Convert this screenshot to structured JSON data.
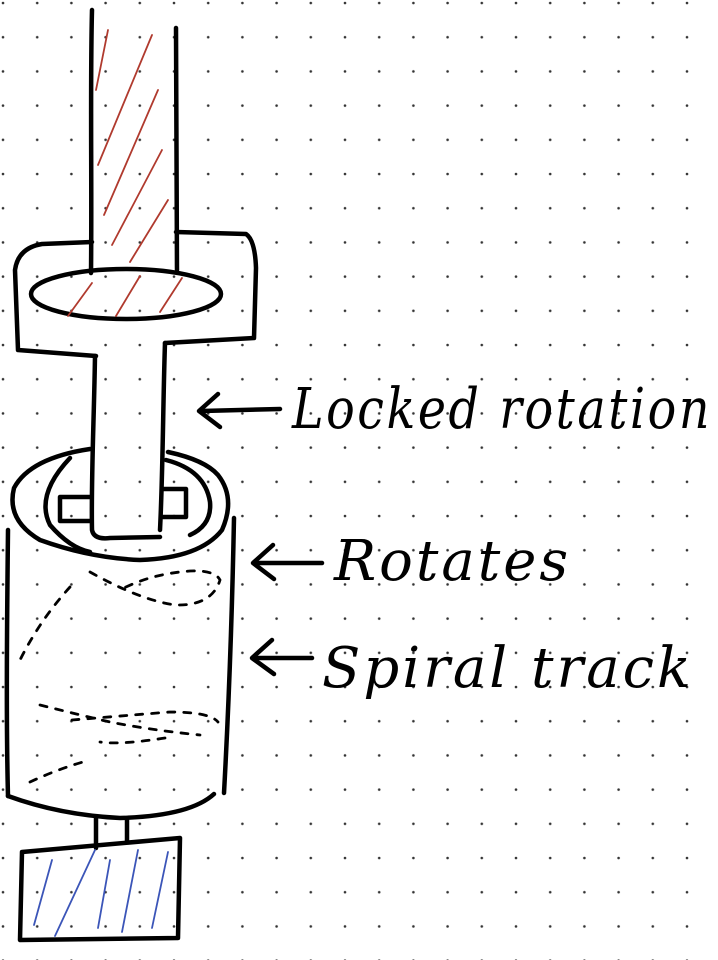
{
  "background": {
    "grid_style": "dotted",
    "paper_color": "#ffffff",
    "dot_color": "#333333"
  },
  "colors": {
    "ink": "#000000",
    "shaft_hatch": "#b03a2e",
    "base_hatch": "#3b55b8"
  },
  "annotations": [
    {
      "id": "locked-rotation",
      "text": "Locked rotation",
      "arrow_direction": "left"
    },
    {
      "id": "rotates",
      "text": "Rotates",
      "arrow_direction": "left"
    },
    {
      "id": "spiral-track",
      "text": "Spiral track",
      "arrow_direction": "left"
    }
  ]
}
